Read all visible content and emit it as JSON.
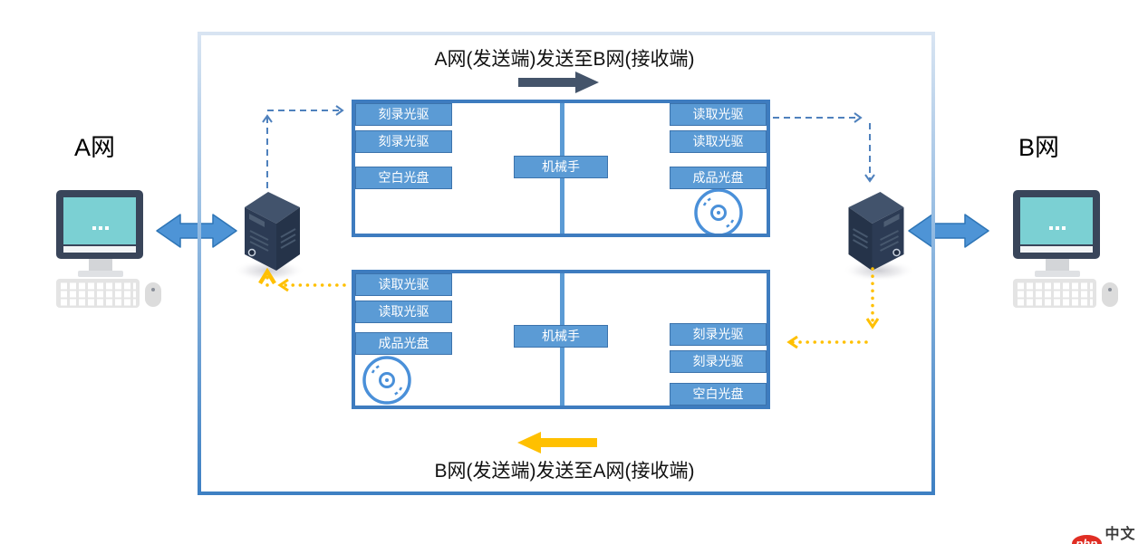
{
  "titles": {
    "top_flow": "A网(发送端)发送至B网(接收端)",
    "bottom_flow": "B网(发送端)发送至A网(接收端)"
  },
  "endpoints": {
    "left_label": "A网",
    "right_label": "B网"
  },
  "duplicator_top": {
    "left_slots": [
      "刻录光驱",
      "刻录光驱",
      "空白光盘"
    ],
    "robot_arm": "机械手",
    "right_slots": [
      "读取光驱",
      "读取光驱",
      "成品光盘"
    ]
  },
  "duplicator_bottom": {
    "left_slots": [
      "读取光驱",
      "读取光驱",
      "成品光盘"
    ],
    "robot_arm": "机械手",
    "right_slots": [
      "刻录光驱",
      "刻录光驱",
      "空白光盘"
    ]
  },
  "watermark": {
    "badge": "php",
    "site": "中文网"
  },
  "colors": {
    "slot_blue": "#5B9BD5",
    "slot_border": "#3C73AC",
    "box_border": "#3E7CBF",
    "dash_blue": "#4F81BD",
    "dot_yellow": "#FFC000",
    "dark_flow_arrow": "#44546A",
    "double_arrow": "#4E94D6",
    "screen_teal": "#7BD0D3",
    "device_navy": "#2C3B54",
    "logo_red": "#E02E24"
  }
}
